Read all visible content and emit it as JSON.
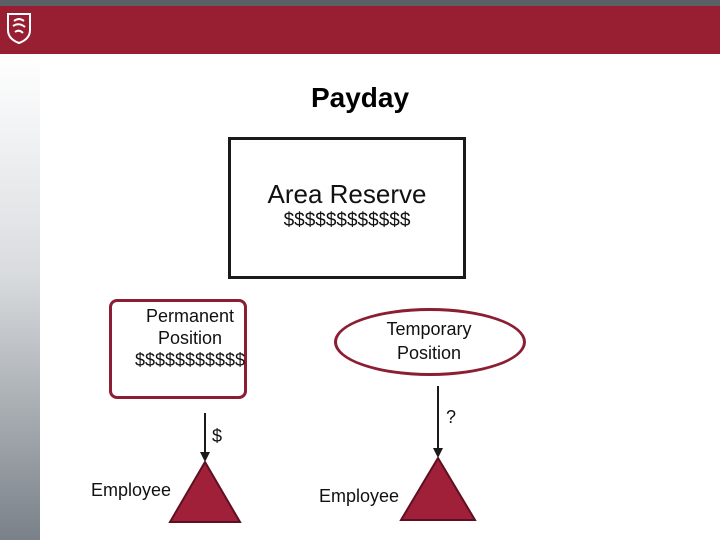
{
  "slide": {
    "title": "Payday",
    "reserve": {
      "label": "Area Reserve",
      "amount": "$$$$$$$$$$$$"
    },
    "permanent": {
      "line1": "Permanent",
      "line2": "Position",
      "amount": "$$$$$$$$$$$"
    },
    "temporary": {
      "line1": "Temporary",
      "line2": "Position"
    },
    "left_flow_label": "$",
    "right_flow_label": "?",
    "employee_left": "Employee",
    "employee_right": "Employee"
  },
  "colors": {
    "brand": "#981e32",
    "topline": "#5a6066",
    "border_dark": "#1a1a1a",
    "triangle_fill": "#a0203a"
  },
  "icons": {
    "logo": "wsu-shield-logo"
  }
}
